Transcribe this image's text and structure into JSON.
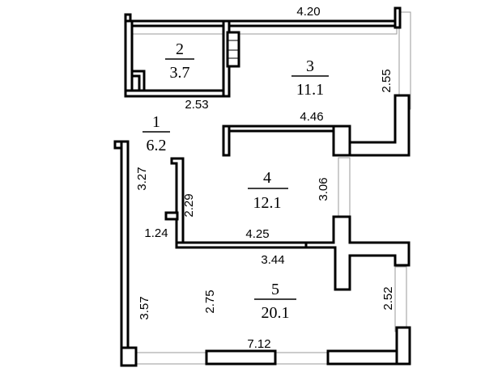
{
  "rooms": [
    {
      "number": "1",
      "area": "6.2"
    },
    {
      "number": "2",
      "area": "3.7"
    },
    {
      "number": "3",
      "area": "11.1"
    },
    {
      "number": "4",
      "area": "12.1"
    },
    {
      "number": "5",
      "area": "20.1"
    }
  ],
  "dimensions": {
    "top_width": "4.20",
    "room3_height": "2.55",
    "hall_width": "2.53",
    "room4_top_width": "4.46",
    "hall_height": "3.27",
    "room4_left_height": "2.29",
    "room4_right_height": "3.06",
    "small_width": "1.24",
    "room4_bottom_width": "4.25",
    "room5_top_width": "3.44",
    "room5_left_height": "3.57",
    "room5_inner_height": "2.75",
    "room5_right_height": "2.52",
    "bottom_width": "7.12"
  }
}
